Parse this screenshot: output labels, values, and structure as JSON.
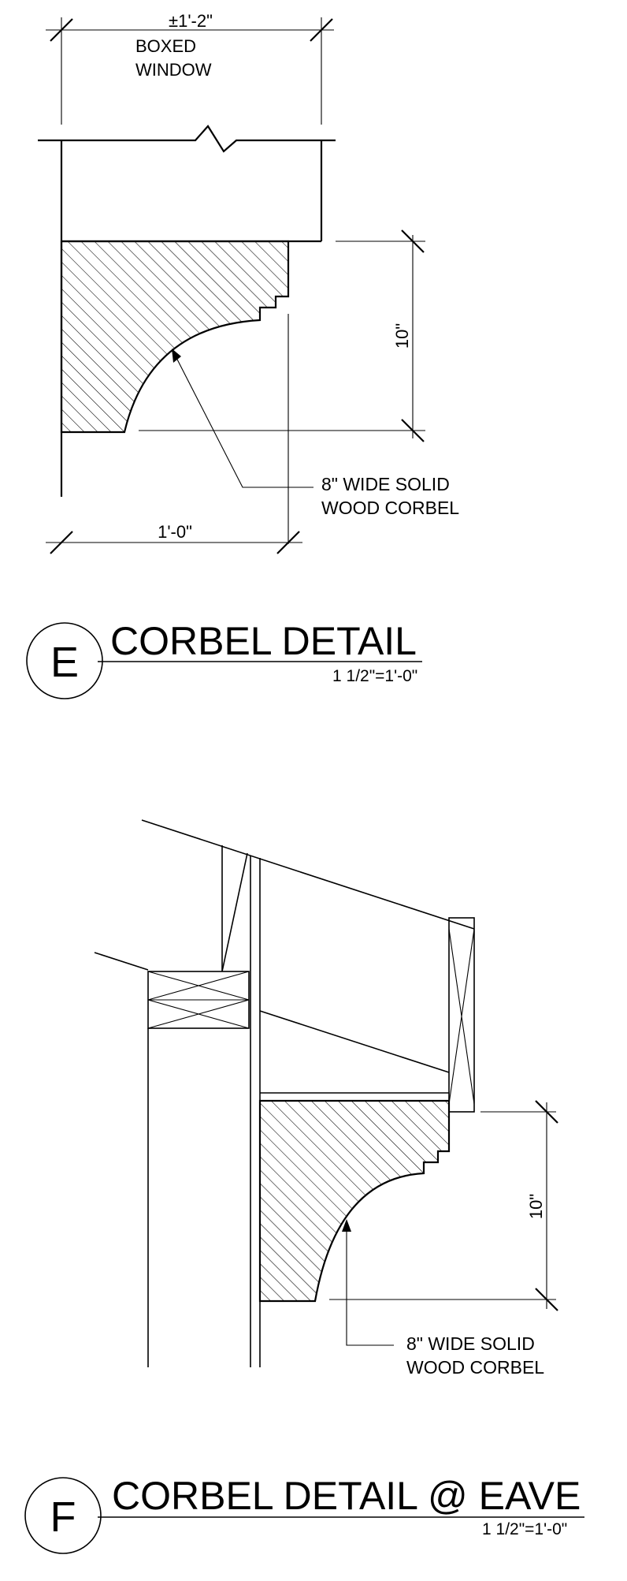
{
  "detail_e": {
    "bubble_letter": "E",
    "title": "CORBEL DETAIL",
    "scale": "1 1/2\"=1'-0\"",
    "top_dimension": "±1'-2\"",
    "window_label_line1": "BOXED",
    "window_label_line2": "WINDOW",
    "height_dimension": "10\"",
    "width_dimension": "1'-0\"",
    "note_line1": "8\" WIDE SOLID",
    "note_line2": "WOOD CORBEL"
  },
  "detail_f": {
    "bubble_letter": "F",
    "title": "CORBEL DETAIL @ EAVE",
    "scale": "1 1/2\"=1'-0\"",
    "height_dimension": "10\"",
    "note_line1": "8\" WIDE SOLID",
    "note_line2": "WOOD CORBEL"
  }
}
